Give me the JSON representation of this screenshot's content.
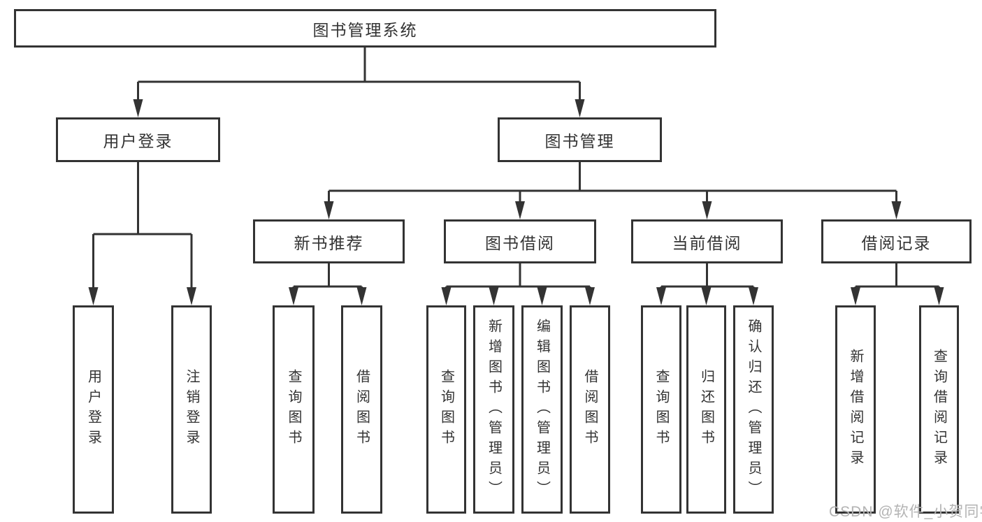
{
  "tree": {
    "root": {
      "label": "图书管理系统",
      "children": [
        {
          "label": "用户登录",
          "children": [
            {
              "label": "用户登录"
            },
            {
              "label": "注销登录"
            }
          ]
        },
        {
          "label": "图书管理",
          "children": [
            {
              "label": "新书推荐",
              "children": [
                {
                  "label": "查询图书"
                },
                {
                  "label": "借阅图书"
                }
              ]
            },
            {
              "label": "图书借阅",
              "children": [
                {
                  "label": "查询图书"
                },
                {
                  "label": "新增图书（管理员）"
                },
                {
                  "label": "编辑图书（管理员）"
                },
                {
                  "label": "借阅图书"
                }
              ]
            },
            {
              "label": "当前借阅",
              "children": [
                {
                  "label": "查询图书"
                },
                {
                  "label": "归还图书"
                },
                {
                  "label": "确认归还（管理员）"
                }
              ]
            },
            {
              "label": "借阅记录",
              "children": [
                {
                  "label": "新增借阅记录"
                },
                {
                  "label": "查询借阅记录"
                }
              ]
            }
          ]
        }
      ]
    }
  },
  "watermark": {
    "text": "CSDN @软件_小贺同学"
  },
  "colors": {
    "line": "#333333",
    "box_border": "#333333",
    "text": "#333333",
    "watermark": "#b3b3b3",
    "background": "#ffffff"
  }
}
